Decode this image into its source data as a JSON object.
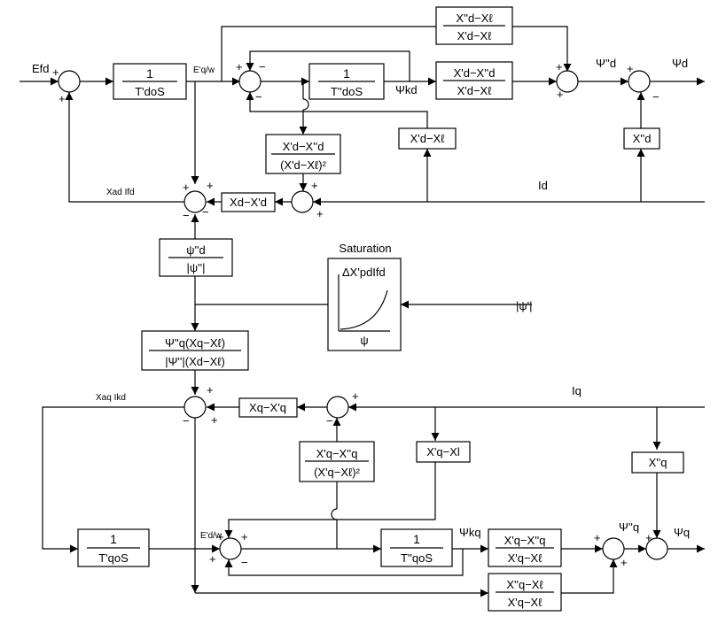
{
  "signals": {
    "efd": "Efd",
    "eq_w": "E'q/w",
    "ed_w": "E'd/w",
    "psi_kd": "Ψkd",
    "psi_d_subtrans": "Ψ''d",
    "psi_d": "Ψd",
    "id": "Id",
    "xad_ifd": "Xad Ifd",
    "xaq_ikd": "Xaq Ikd",
    "iq": "Iq",
    "psi_kq": "Ψkq",
    "psi_q_subtrans": "Ψ''q",
    "psi_q": "Ψq",
    "psi_mag": "|ψ'|"
  },
  "blocks": {
    "tdo_num": "1",
    "tdo_den": "T'doS",
    "tdo2_num": "1",
    "tdo2_den": "T''doS",
    "top_r1_num": "X''d−Xℓ",
    "top_r1_den": "X'd−Xℓ",
    "top_r2_num": "X'd−X''d",
    "top_r2_den": "X'd−Xℓ",
    "fb_d_num": "X'd−X''d",
    "fb_d_den": "(X'd−Xℓ)²",
    "xd_xl": "X'd−Xℓ",
    "xd_sub": "X''d",
    "xd_diff": "Xd−X'd",
    "psi_ratio_num": "ψ''d",
    "psi_ratio_den": "|ψ''|",
    "psi_q_num": "Ψ''q(Xq−Xℓ)",
    "psi_q_den": "|Ψ''|(Xd−Xℓ)",
    "xq_diff": "Xq−X'q",
    "fb_q_num": "X'q−X''q",
    "fb_q_den": "(X'q−Xℓ)²",
    "xq_xl": "X'q−Xl",
    "xq_sub": "X''q",
    "tqo_num": "1",
    "tqo_den": "T'qoS",
    "tqo2_num": "1",
    "tqo2_den": "T''qoS",
    "bot_r1_num": "X'q−X''q",
    "bot_r1_den": "X'q−Xℓ",
    "bot_r2_num": "X''q−Xℓ",
    "bot_r2_den": "X'q−Xℓ"
  },
  "saturation": {
    "title": "Saturation",
    "label": "ΔX'pdIfd",
    "axis": "ψ"
  }
}
